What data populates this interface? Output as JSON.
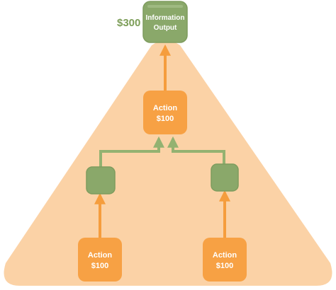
{
  "colors": {
    "triangle_fill": "#fbd2a6",
    "action_fill": "#f7a144",
    "green_fill": "#8aa86a",
    "green_stroke": "#7e9c5e",
    "arrow_orange": "#f59d3d",
    "arrow_green": "#93b271",
    "price_text": "#7d9e59",
    "node_text": "#ffffff"
  },
  "output_node": {
    "label_line1": "Information",
    "label_line2": "Output",
    "price": "$300"
  },
  "middle_action": {
    "label_line1": "Action",
    "label_line2": "$100"
  },
  "left_action": {
    "label_line1": "Action",
    "label_line2": "$100"
  },
  "right_action": {
    "label_line1": "Action",
    "label_line2": "$100"
  }
}
